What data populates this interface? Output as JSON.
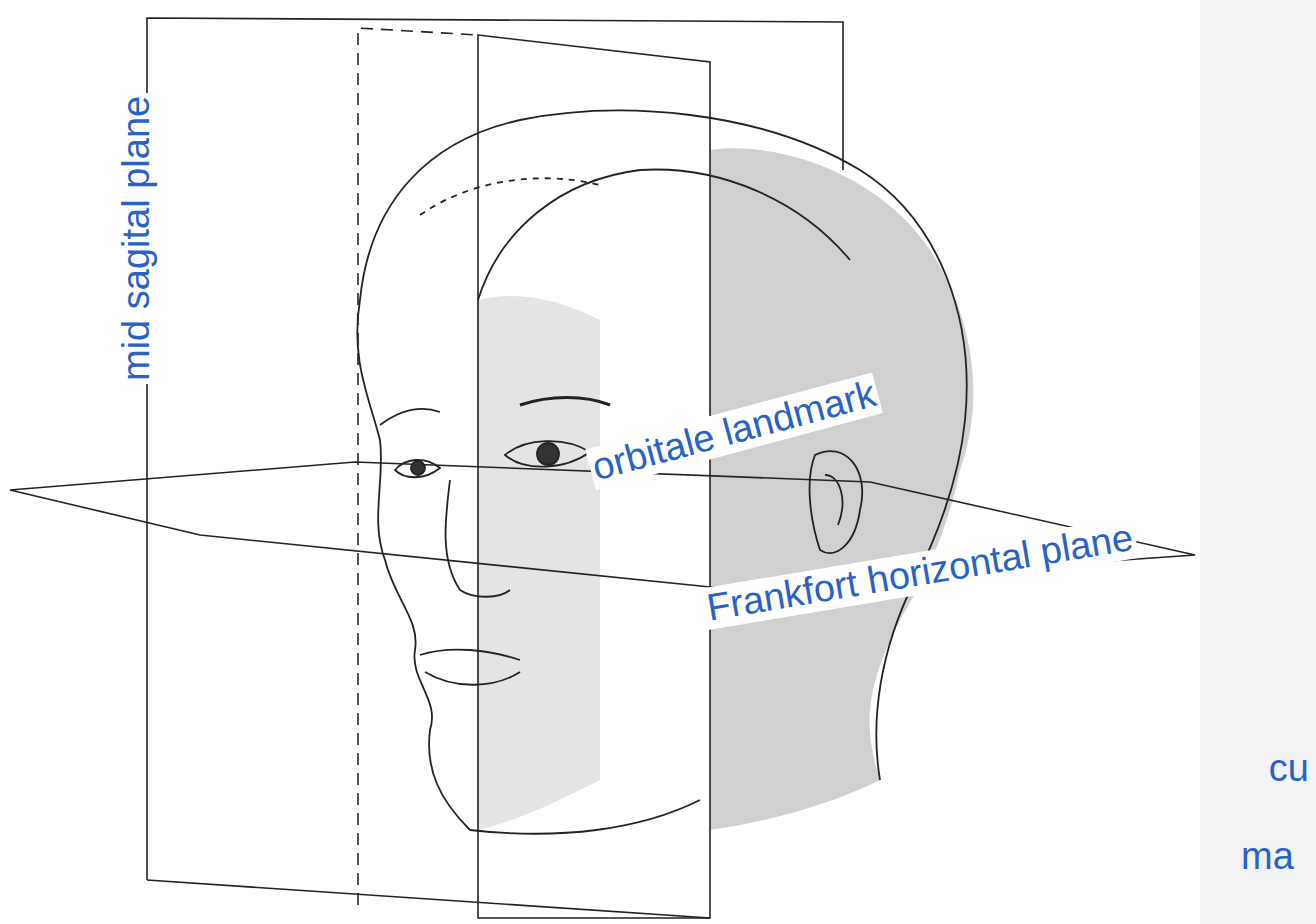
{
  "diagram": {
    "labels": [
      "mid sagital plane",
      "orbitale landmark",
      "Frankfort horizontal plane",
      "cu",
      "ma"
    ]
  }
}
